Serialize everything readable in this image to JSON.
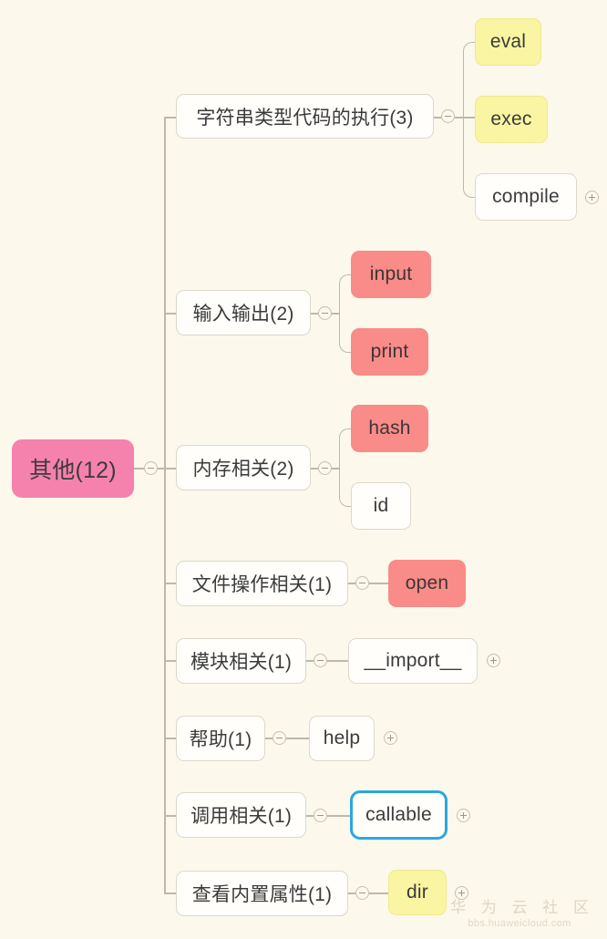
{
  "app": {
    "type": "mind-map",
    "background_color": "#fdf8ec",
    "line_color": "#bdb8ab"
  },
  "palette": {
    "root_pink": "#f582ad",
    "yellow": "#f9f5a2",
    "salmon": "#f98b88",
    "white": "#fffefb",
    "selection_blue": "#29a8e0",
    "text": "#3b3b3b"
  },
  "root": {
    "label": "其他(12)",
    "color": "#f582ad",
    "toggle": "collapse-minus"
  },
  "branches": [
    {
      "label": "字符串类型代码的执行(3)",
      "toggle": "collapse-minus",
      "children": [
        {
          "label": "eval",
          "style": "yellow",
          "toggle": null
        },
        {
          "label": "exec",
          "style": "yellow",
          "toggle": null
        },
        {
          "label": "compile",
          "style": "white",
          "toggle": "expand-plus"
        }
      ]
    },
    {
      "label": "输入输出(2)",
      "toggle": "collapse-minus",
      "children": [
        {
          "label": "input",
          "style": "salmon",
          "toggle": null
        },
        {
          "label": "print",
          "style": "salmon",
          "toggle": null
        }
      ]
    },
    {
      "label": "内存相关(2)",
      "toggle": "collapse-minus",
      "children": [
        {
          "label": "hash",
          "style": "salmon",
          "toggle": null
        },
        {
          "label": "id",
          "style": "white",
          "toggle": null
        }
      ]
    },
    {
      "label": "文件操作相关(1)",
      "toggle": "collapse-minus",
      "children": [
        {
          "label": "open",
          "style": "salmon",
          "toggle": null
        }
      ]
    },
    {
      "label": "模块相关(1)",
      "toggle": "collapse-minus",
      "children": [
        {
          "label": "__import__",
          "style": "white",
          "toggle": "expand-plus"
        }
      ]
    },
    {
      "label": "帮助(1)",
      "toggle": "collapse-minus",
      "children": [
        {
          "label": "help",
          "style": "white",
          "toggle": "expand-plus"
        }
      ]
    },
    {
      "label": "调用相关(1)",
      "toggle": "collapse-minus",
      "children": [
        {
          "label": "callable",
          "style": "white",
          "selected": true,
          "toggle": "expand-plus"
        }
      ]
    },
    {
      "label": "查看内置属性(1)",
      "toggle": "collapse-minus",
      "children": [
        {
          "label": "dir",
          "style": "yellow",
          "toggle": "expand-plus"
        }
      ]
    }
  ],
  "watermark": {
    "cn": "华 为 云 社 区",
    "url": "bbs.huaweicloud.com"
  }
}
